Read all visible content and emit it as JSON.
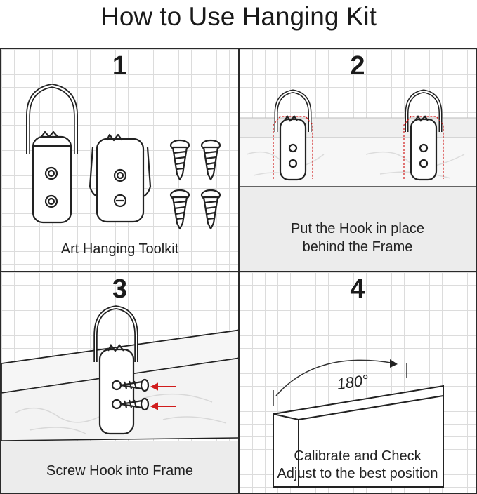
{
  "title": "How to Use Hanging  Kit",
  "steps": [
    {
      "number": "1",
      "caption": "Art Hanging Toolkit"
    },
    {
      "number": "2",
      "caption_line1": "Put the Hook in place",
      "caption_line2": "behind the Frame"
    },
    {
      "number": "3",
      "caption": "Screw Hook into Frame"
    },
    {
      "number": "4",
      "caption_line1": "Calibrate and Check",
      "caption_line2": "Adjust to the best position",
      "angle_label": "180°"
    }
  ],
  "colors": {
    "arrow": "#d01c1c",
    "outline": "#222222",
    "grid": "#dcdcdc",
    "shelf": "#ececec"
  }
}
